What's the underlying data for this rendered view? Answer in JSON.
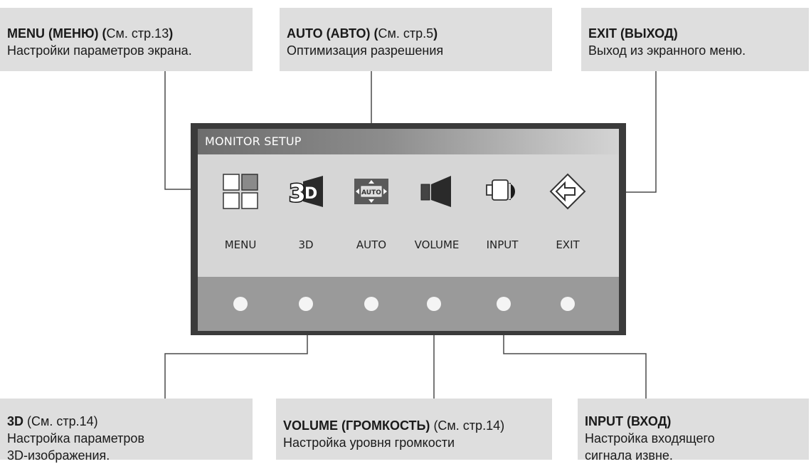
{
  "callouts": {
    "menu": {
      "title": "MENU (МЕНЮ) (",
      "ref": "См. стр.13",
      "close": ")",
      "desc": "Настройки параметров экрана."
    },
    "auto": {
      "title": "AUTO (АВТО) (",
      "ref": "См. стр.5",
      "close": ")",
      "desc": "Оптимизация разрешения"
    },
    "exit": {
      "title": "EXIT (ВЫХОД)",
      "desc": "Выход из экранного меню."
    },
    "d3": {
      "title": "3D",
      "ref": " (См. стр.14)",
      "desc1": "Настройка параметров",
      "desc2": "3D-изображения."
    },
    "volume": {
      "title": "VOLUME (ГРОМКОСТЬ)",
      "ref": " (См. стр.14)",
      "desc": "Настройка уровня громкости"
    },
    "input": {
      "title": "INPUT (ВХОД)",
      "desc1": "Настройка входящего",
      "desc2": "сигнала извне."
    }
  },
  "osd": {
    "title": "MONITOR SETUP",
    "items": [
      {
        "label": "MENU",
        "icon": "menu-grid-icon"
      },
      {
        "label": "3D",
        "icon": "3d-icon"
      },
      {
        "label": "AUTO",
        "icon": "auto-adjust-icon"
      },
      {
        "label": "VOLUME",
        "icon": "speaker-icon"
      },
      {
        "label": "INPUT",
        "icon": "input-plug-icon"
      },
      {
        "label": "EXIT",
        "icon": "exit-arrow-icon"
      }
    ]
  },
  "colors": {
    "callout_bg": "#dedede",
    "bezel": "#3b3b3b",
    "screen": "#d6d6d6",
    "button_bar": "#9a9a9a"
  }
}
